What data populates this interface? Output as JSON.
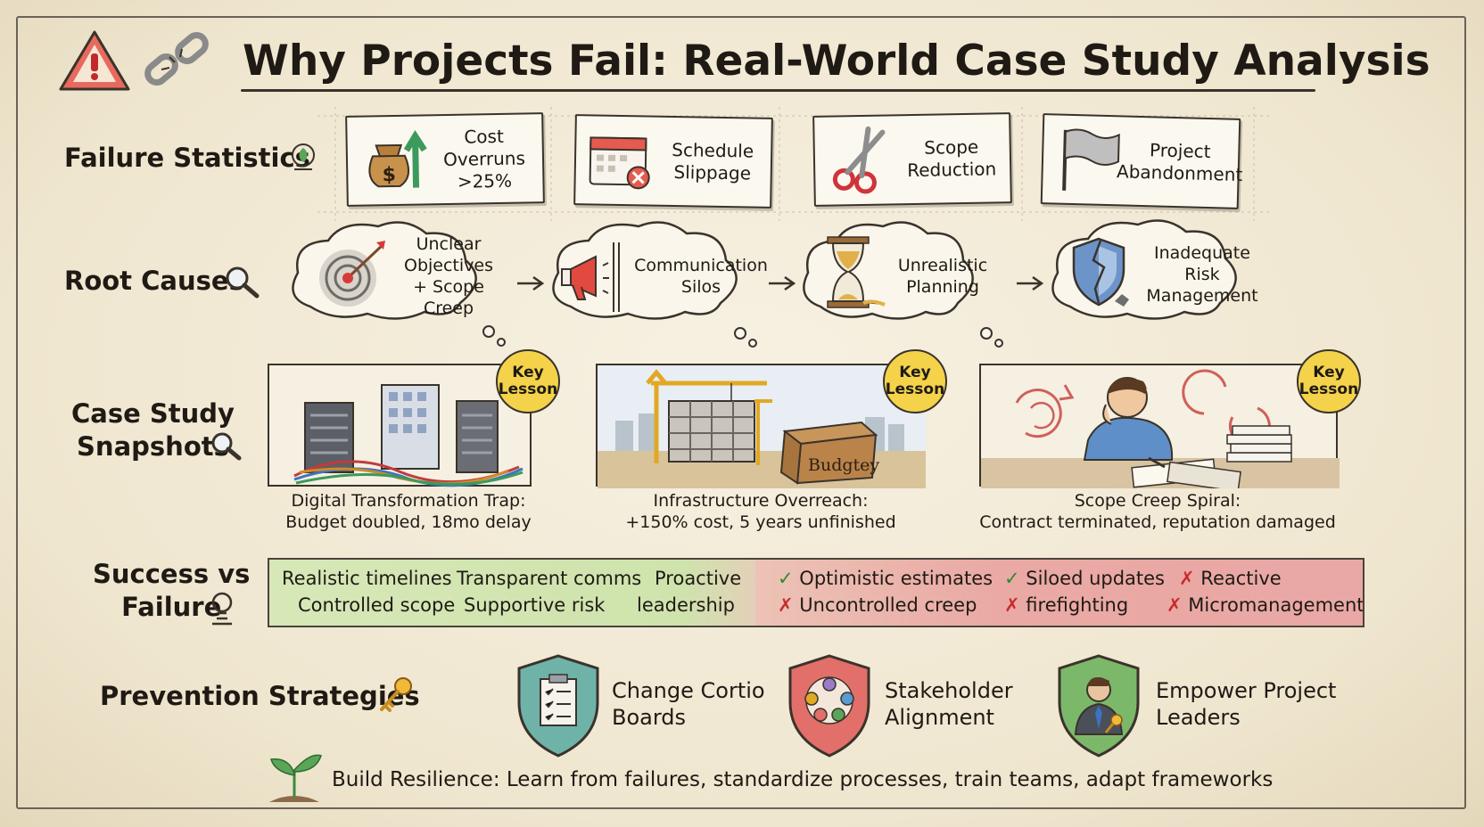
{
  "title": "Why Projects Fail: Real-World Case Study Analysis",
  "icons": {
    "header": [
      "warning-icon",
      "broken-chain-icon"
    ]
  },
  "sections": {
    "failure_statistics": "Failure Statistics",
    "root_causes": "Root Causes",
    "case_study": "Case Study\nSnapshots",
    "success_vs_failure": "Success vs\nFailure",
    "prevention": "Prevention Strategies"
  },
  "stats": [
    {
      "label": "Cost\nOverruns\n>25%",
      "icon": "money-bag-arrow-icon"
    },
    {
      "label": "Schedule\nSlippage",
      "icon": "calendar-icon"
    },
    {
      "label": "Scope\nReduction",
      "icon": "scissors-icon"
    },
    {
      "label": "Project\nAbandonment",
      "icon": "flag-icon"
    }
  ],
  "root_causes": [
    {
      "label": "Unclear\nObjectives\n+ Scope Creep",
      "icon": "target-icon"
    },
    {
      "label": "Communication\nSilos",
      "icon": "megaphone-icon"
    },
    {
      "label": "Unrealistic\nPlanning",
      "icon": "hourglass-icon"
    },
    {
      "label": "Inadequate\nRisk\nManagement",
      "icon": "broken-shield-icon"
    }
  ],
  "case_studies": [
    {
      "badge": "Key\nLesson",
      "caption_line1": "Digital Transformation Trap:",
      "caption_line2": "Budget doubled, 18mo delay",
      "sign": ""
    },
    {
      "badge": "Key\nLesson",
      "caption_line1": "Infrastructure Overreach:",
      "caption_line2": "+150% cost, 5 years unfinished",
      "sign": "Budgtey"
    },
    {
      "badge": "Key\nLesson",
      "caption_line1": "Scope Creep Spiral:",
      "caption_line2": "Contract terminated, reputation damaged",
      "sign": ""
    }
  ],
  "success_items": [
    [
      "Realistic timelines",
      "Controlled scope"
    ],
    [
      "Transparent comms",
      "Supportive risk"
    ],
    [
      "Proactive",
      "leadership"
    ]
  ],
  "failure_items": [
    {
      "text": "Optimistic estimates",
      "mark": "✓",
      "kind": "check"
    },
    {
      "text": "Uncontrolled creep",
      "mark": "✗",
      "kind": "x"
    },
    {
      "text": "Siloed updates",
      "mark": "✓",
      "kind": "check"
    },
    {
      "text": "firefighting",
      "mark": "✗",
      "kind": "x"
    },
    {
      "text": "Reactive",
      "mark": "✗",
      "kind": "x"
    },
    {
      "text": "Micromanagement",
      "mark": "✗",
      "kind": "x"
    }
  ],
  "prevention": [
    {
      "label": "Change Cortio\nBoards",
      "icon": "clipboard-shield-icon",
      "color": "#6fb3a8"
    },
    {
      "label": "Stakeholder\nAlignment",
      "icon": "team-shield-icon",
      "color": "#e26f6a"
    },
    {
      "label": "Empower Project\nLeaders",
      "icon": "leader-shield-icon",
      "color": "#7cb86a"
    }
  ],
  "footer": "Build Resilience: Learn from failures, standardize processes, train teams, adapt frameworks",
  "colors": {
    "background": "#efe7d3",
    "ink": "#1f1a14",
    "badge": "#f4d34b",
    "success": "#cfe3ad",
    "failure": "#eaa9a4"
  }
}
